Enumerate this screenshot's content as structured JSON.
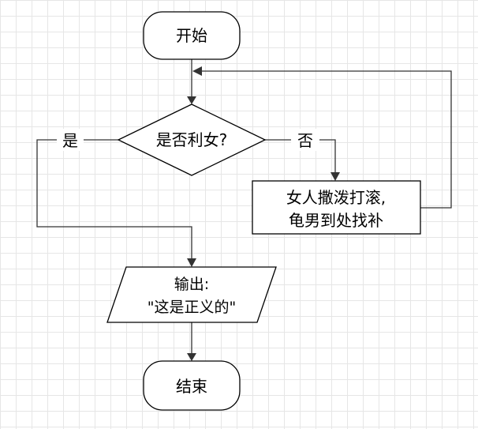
{
  "nodes": {
    "start": "开始",
    "decision": "是否利女?",
    "process_line1": "女人撒泼打滚,",
    "process_line2": "龟男到处找补",
    "output_line1": "输出:",
    "output_line2": "\"这是正义的\"",
    "end": "结束"
  },
  "edges": {
    "yes_label": "是",
    "no_label": "否"
  }
}
